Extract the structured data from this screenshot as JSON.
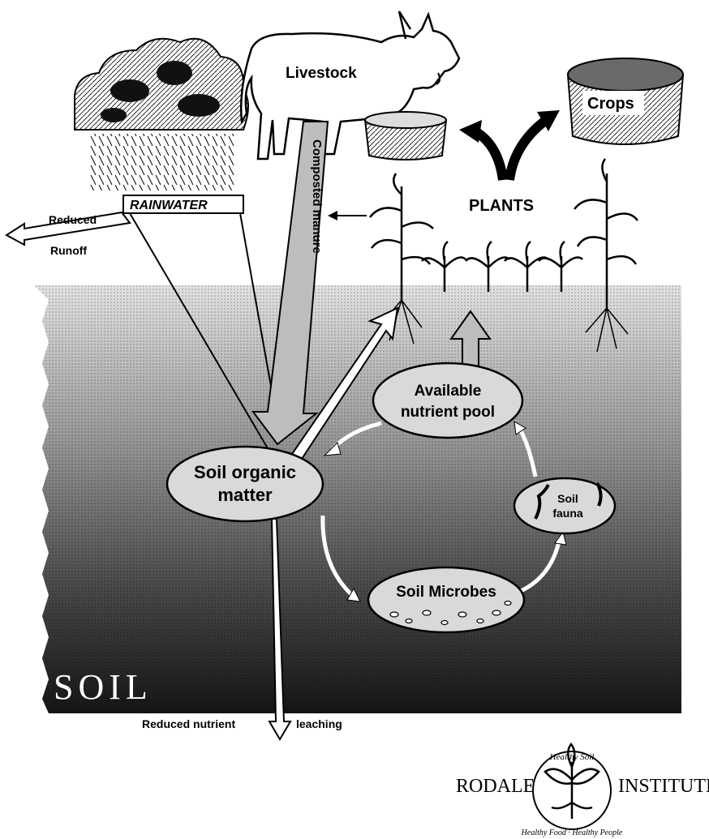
{
  "labels": {
    "livestock": "Livestock",
    "crops": "Crops",
    "plants": "PLANTS",
    "rainwater": "RAINWATER",
    "reduced": "Reduced",
    "runoff": "Runoff",
    "composted_manure": "Composted manure",
    "available_pool_line1": "Available",
    "available_pool_line2": "nutrient pool",
    "soil_organic_line1": "Soil organic",
    "soil_organic_line2": "matter",
    "soil_fauna_line1": "Soil",
    "soil_fauna_line2": "fauna",
    "soil_microbes": "Soil Microbes",
    "soil": "SOIL",
    "reduced_nutrient": "Reduced nutrient",
    "leaching": "leaching"
  },
  "logo": {
    "left_word": "RODALE",
    "right_word": "INSTITUTE",
    "arc_top": "Healthy Soil",
    "arc_bottom": "Healthy Food · Healthy People"
  },
  "colors": {
    "ink": "#000000",
    "soil_top": "#d8d8d8",
    "soil_bottom": "#1a1a1a",
    "ellipse_fill": "#d9d9d9",
    "arrow_fill": "#bdbdbd",
    "paper": "#ffffff"
  }
}
